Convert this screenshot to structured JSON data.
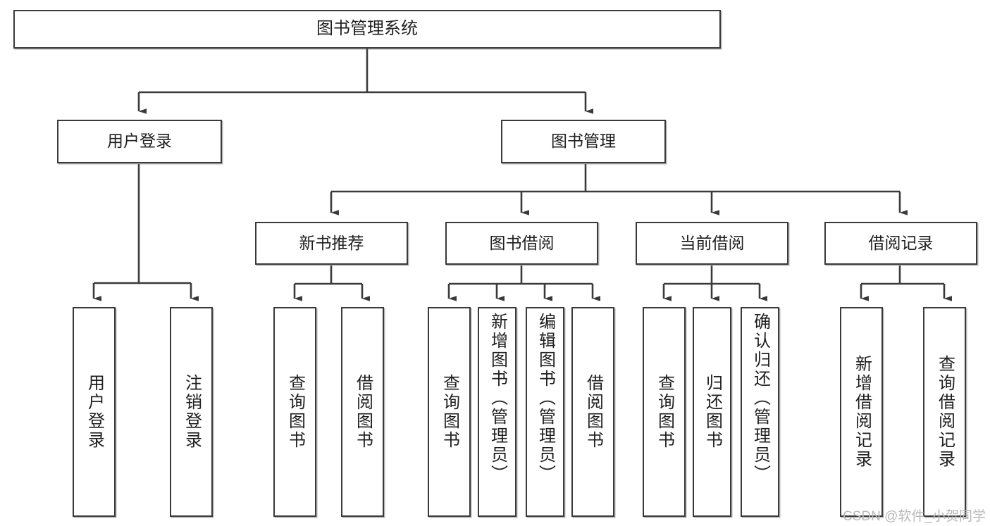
{
  "diagram": {
    "title": "图书管理系统",
    "watermark": "CSDN @软件_小贺同学",
    "edge_color": "#3a3a3a",
    "box_border_color": "#3a3a3a",
    "box_fill": "#ffffff",
    "text_color": "#1f1f1f",
    "watermark_color": "#b9b9b9",
    "levels": {
      "root": "图书管理系统",
      "level2": [
        "用户登录",
        "图书管理"
      ],
      "level3": [
        "新书推荐",
        "图书借阅",
        "当前借阅",
        "借阅记录"
      ]
    },
    "nodes": {
      "root": {
        "label": "图书管理系统"
      },
      "user_login": {
        "label": "用户登录"
      },
      "book_manage": {
        "label": "图书管理"
      },
      "new_book_rec": {
        "label": "新书推荐"
      },
      "book_borrow": {
        "label": "图书借阅"
      },
      "current_borrow": {
        "label": "当前借阅"
      },
      "borrow_record": {
        "label": "借阅记录"
      },
      "leaf_user_login": {
        "label": "用户登录"
      },
      "leaf_logout": {
        "label": "注销登录"
      },
      "leaf_query_book_1": {
        "label": "查询图书"
      },
      "leaf_borrow_book_1": {
        "label": "借阅图书"
      },
      "leaf_query_book_2": {
        "label": "查询图书"
      },
      "leaf_add_book_admin": {
        "label": "新增图书（管理员）"
      },
      "leaf_edit_book_admin": {
        "label": "编辑图书（管理员）"
      },
      "leaf_borrow_book_2": {
        "label": "借阅图书"
      },
      "leaf_query_book_3": {
        "label": "查询图书"
      },
      "leaf_return_book": {
        "label": "归还图书"
      },
      "leaf_confirm_return_admin": {
        "label": "确认归还（管理员）"
      },
      "leaf_add_record": {
        "label": "新增借阅记录"
      },
      "leaf_query_record": {
        "label": "查询借阅记录"
      }
    }
  }
}
